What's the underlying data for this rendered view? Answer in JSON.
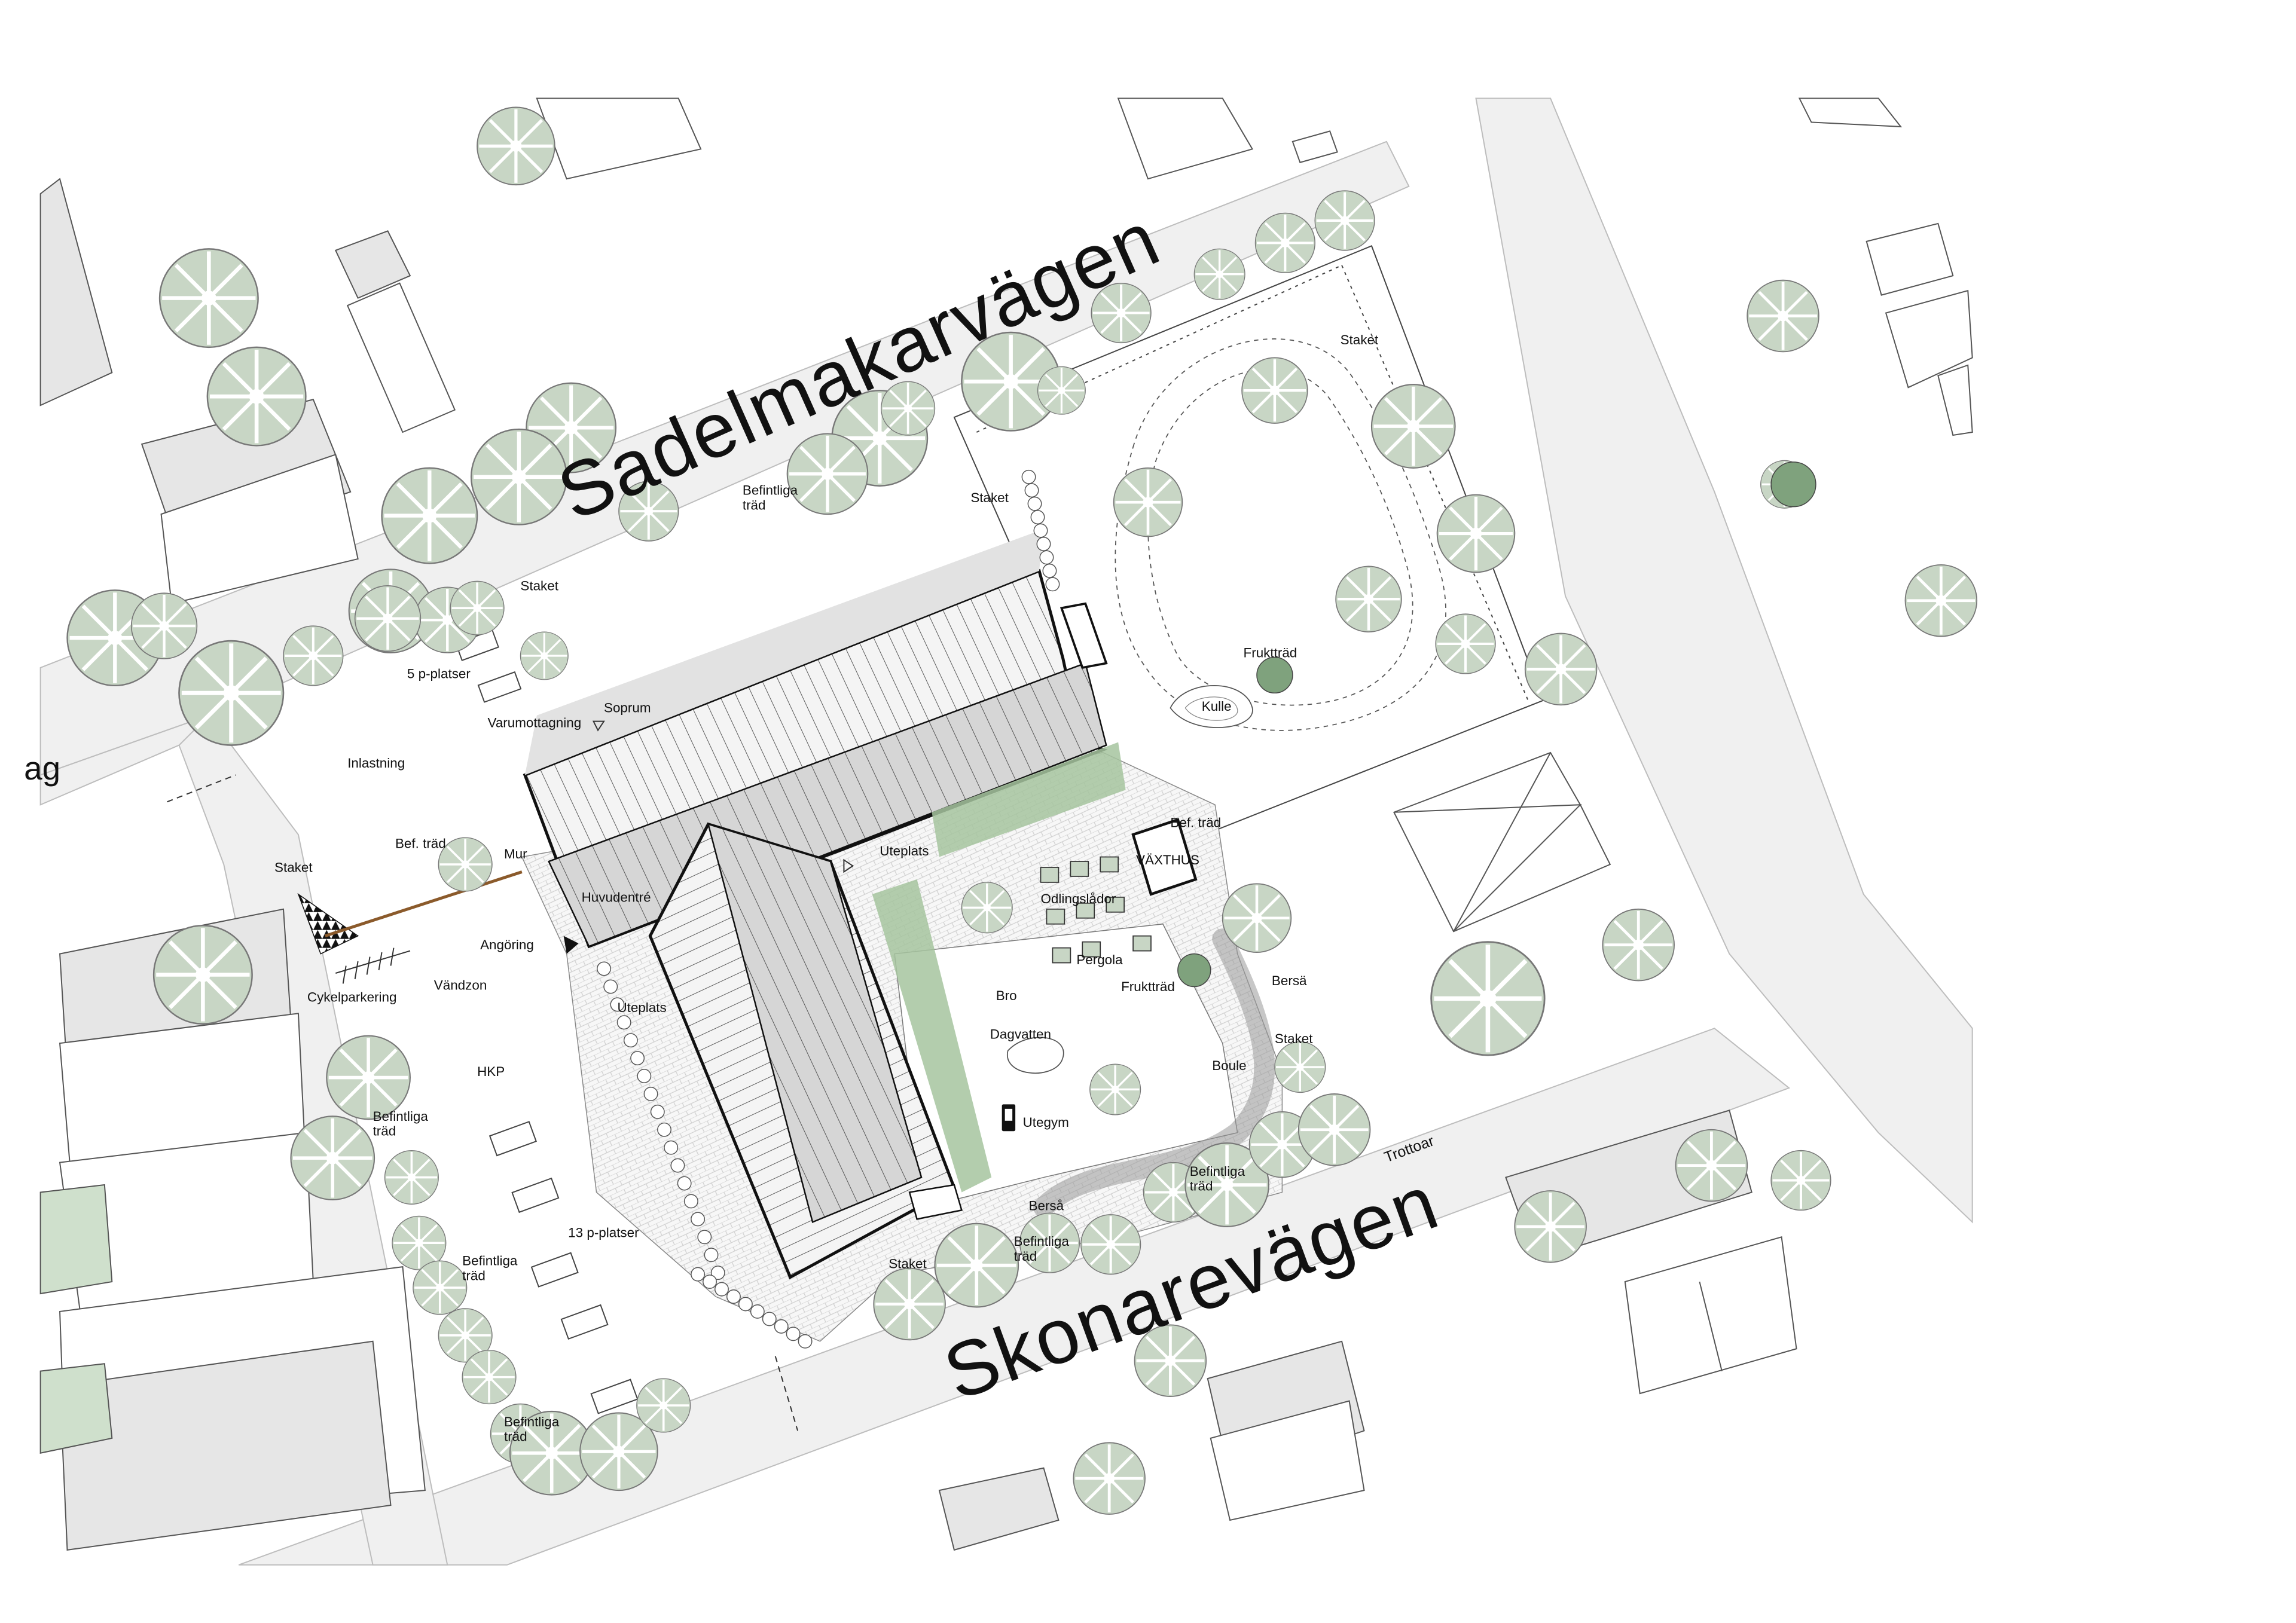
{
  "streets": {
    "sadelmakarvagen": "Sadelmakarvägen",
    "skonarevagen": "Skonarevägen"
  },
  "labels": {
    "befintliga_trad_1": "Befintliga\nträd",
    "staket_1": "Staket",
    "staket_2": "Staket",
    "staket_3": "Staket",
    "staket_4": "Staket",
    "staket_5": "Staket",
    "staket_6": "Staket",
    "p_5": "5 p-platser",
    "varumottagning": "Varumottagning",
    "soprum": "Soprum",
    "inlastning": "Inlastning",
    "bef_trad_1": "Bef. träd",
    "bef_trad_2": "Bef. träd",
    "mur": "Mur",
    "huvudentre": "Huvudentré",
    "angoring": "Angöring",
    "cykelparkering": "Cykelparkering",
    "vandzon": "Vändzon",
    "uteplats_1": "Uteplats",
    "uteplats_2": "Uteplats",
    "hkp": "HKP",
    "befintliga_trad_2": "Befintliga\nträd",
    "befintliga_trad_3": "Befintliga\nträd",
    "befintliga_trad_4": "Befintliga\nträd",
    "befintliga_trad_5": "Befintliga\nträd",
    "befintliga_trad_6": "Befintliga\nträd",
    "p_13": "13 p-platser",
    "fruktrad_1": "Fruktträd",
    "fruktrad_2": "Fruktträd",
    "kulle": "Kulle",
    "vaxthus": "VÄXTHUS",
    "odlingslador": "Odlingslådor",
    "pergola": "Pergola",
    "bro": "Bro",
    "dagvatten": "Dagvatten",
    "bersa_1": "Bersä",
    "bersa_2": "Berså",
    "boule": "Boule",
    "utegym": "Utegym",
    "trottoar": "Trottoar",
    "partial_left": "ag"
  },
  "colors": {
    "tree_fill": "#c8d6c5",
    "tree_dark": "#7fa27d",
    "green_accent": "#a6c49f",
    "building_shadow": "#e4e4e4",
    "road": "#f2f2f2",
    "line": "#222222"
  }
}
